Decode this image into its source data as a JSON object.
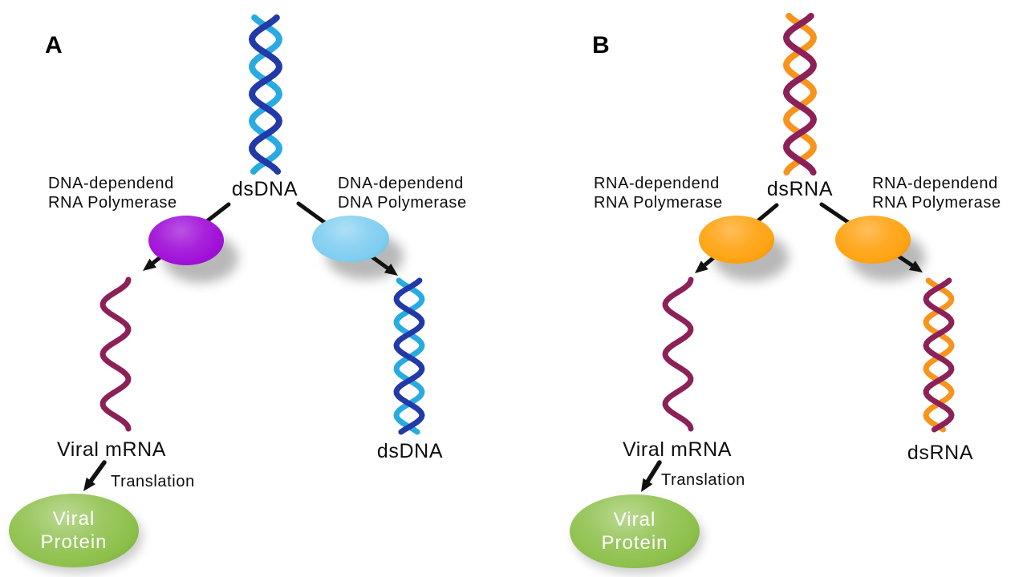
{
  "figure": {
    "panel_a": {
      "letter": "A",
      "genome_label": "dsDNA",
      "left_enzyme_line1": "DNA-dependend",
      "left_enzyme_line2": "RNA Polymerase",
      "right_enzyme_line1": "DNA-dependend",
      "right_enzyme_line2": "DNA Polymerase",
      "mrna_label": "Viral mRNA",
      "translation_label": "Translation",
      "protein_line1": "Viral",
      "protein_line2": "Protein",
      "product_label": "dsDNA"
    },
    "panel_b": {
      "letter": "B",
      "genome_label": "dsRNA",
      "left_enzyme_line1": "RNA-dependend",
      "left_enzyme_line2": "RNA Polymerase",
      "right_enzyme_line1": "RNA-dependend",
      "right_enzyme_line2": "RNA Polymerase",
      "mrna_label": "Viral mRNA",
      "translation_label": "Translation",
      "protein_line1": "Viral",
      "protein_line2": "Protein",
      "product_label": "dsRNA"
    },
    "colors": {
      "dna_strand_dark": "#2239a8",
      "dna_strand_light": "#29abe2",
      "rna_strand_dark": "#8c2157",
      "rna_strand_light": "#f7941e",
      "mrna_strand": "#8c2157",
      "enzyme_purple": "#a010d8",
      "enzyme_blue": "#7ecdf0",
      "enzyme_orange": "#ffa312",
      "protein_green": "#8dc04b",
      "arrow_black": "#111111"
    }
  }
}
